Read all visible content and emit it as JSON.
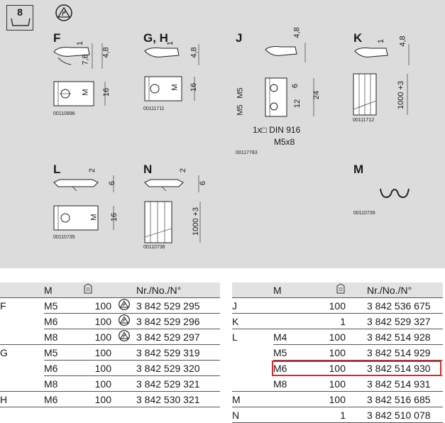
{
  "badge": {
    "number": "8",
    "icon": "tray-icon"
  },
  "header_icon": "esd-warning-icon",
  "drawings": {
    "F": {
      "label": "F",
      "id": "00110896",
      "dims": [
        "1",
        "7,8",
        "4,8",
        "M",
        "16"
      ]
    },
    "GH": {
      "label": "G, H",
      "id": "00111711",
      "dims": [
        "1",
        "4,8",
        "M",
        "16"
      ]
    },
    "J": {
      "label": "J",
      "id": "00117783",
      "dims": [
        "4,8",
        "M5",
        "M5",
        "6",
        "12",
        "24"
      ],
      "note1": "1x□ DIN 916",
      "note2": "M5x8"
    },
    "K": {
      "label": "K",
      "id": "00111712",
      "dims": [
        "1",
        "4,8",
        "1000 +3"
      ]
    },
    "L": {
      "label": "L",
      "id": "00110735",
      "dims": [
        "2",
        "6",
        "M",
        "16"
      ]
    },
    "N": {
      "label": "N",
      "id": "00110736",
      "dims": [
        "2",
        "6",
        "1000 +3"
      ]
    },
    "M": {
      "label": "M",
      "id": "00110739"
    }
  },
  "left_table": {
    "headers": {
      "type": "",
      "m": "M",
      "qty_icon": "package-icon",
      "partno": "Nr./No./N°"
    },
    "rows": [
      {
        "type": "F",
        "m": "M5",
        "qty": "100",
        "esd": true,
        "partno": "3 842 529 295"
      },
      {
        "type": "",
        "m": "M6",
        "qty": "100",
        "esd": true,
        "partno": "3 842 529 296"
      },
      {
        "type": "",
        "m": "M8",
        "qty": "100",
        "esd": true,
        "partno": "3 842 529 297"
      },
      {
        "type": "G",
        "m": "M5",
        "qty": "100",
        "esd": false,
        "partno": "3 842 529 319"
      },
      {
        "type": "",
        "m": "M6",
        "qty": "100",
        "esd": false,
        "partno": "3 842 529 320"
      },
      {
        "type": "",
        "m": "M8",
        "qty": "100",
        "esd": false,
        "partno": "3 842 529 321"
      },
      {
        "type": "H",
        "m": "M6",
        "qty": "100",
        "esd": false,
        "partno": "3 842 530 321"
      }
    ]
  },
  "right_table": {
    "headers": {
      "type": "",
      "m": "M",
      "qty_icon": "package-icon",
      "partno": "Nr./No./N°"
    },
    "rows": [
      {
        "type": "J",
        "m": "",
        "qty": "100",
        "partno": "3 842 536 675",
        "highlight": false
      },
      {
        "type": "K",
        "m": "",
        "qty": "1",
        "partno": "3 842 529 327",
        "highlight": false
      },
      {
        "type": "L",
        "m": "M4",
        "qty": "100",
        "partno": "3 842 514 928",
        "highlight": false
      },
      {
        "type": "",
        "m": "M5",
        "qty": "100",
        "partno": "3 842 514 929",
        "highlight": false
      },
      {
        "type": "",
        "m": "M6",
        "qty": "100",
        "partno": "3 842 514 930",
        "highlight": true
      },
      {
        "type": "",
        "m": "M8",
        "qty": "100",
        "partno": "3 842 514 931",
        "highlight": false
      },
      {
        "type": "M",
        "m": "",
        "qty": "100",
        "partno": "3 842 516 685",
        "highlight": false
      },
      {
        "type": "N",
        "m": "",
        "qty": "1",
        "partno": "3 842 510 078",
        "highlight": false
      }
    ]
  },
  "colors": {
    "drawing_bg": "#dcdcdc",
    "header_bg": "#e2e2e2",
    "highlight": "#e0262b"
  }
}
